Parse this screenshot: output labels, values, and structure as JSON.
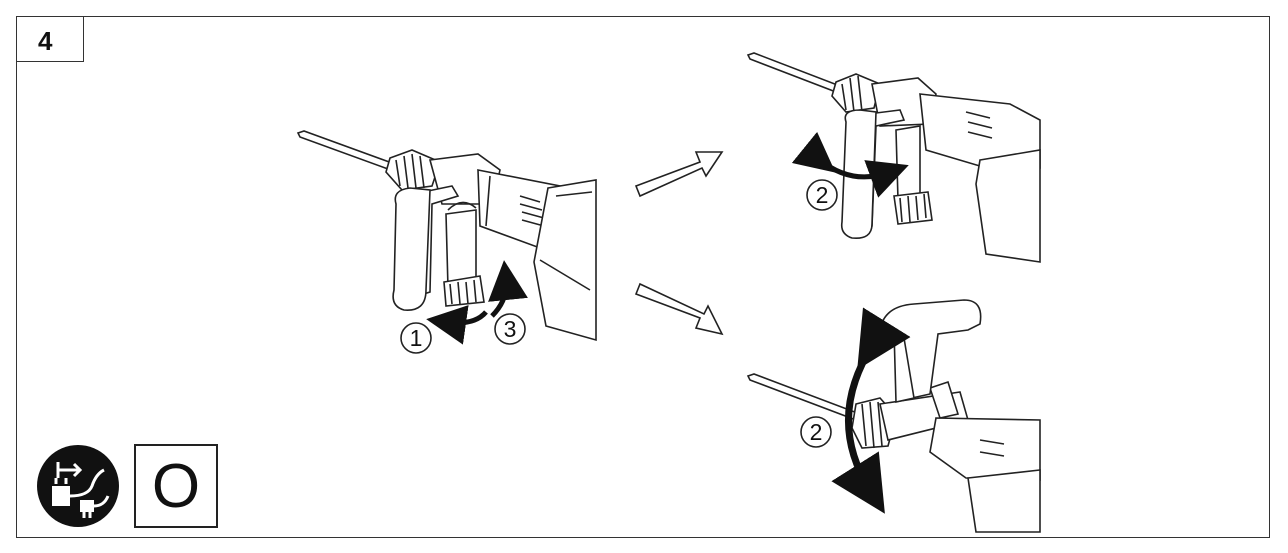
{
  "figure": {
    "number": "4"
  },
  "steps": {
    "step1": "1",
    "step2_top": "2",
    "step2_bottom": "2",
    "step3": "3"
  },
  "icons": {
    "unplug": "unplug-power-icon",
    "off_switch_label": "O"
  },
  "colors": {
    "line": "#222222",
    "fill": "#ffffff",
    "dark": "#111111"
  }
}
